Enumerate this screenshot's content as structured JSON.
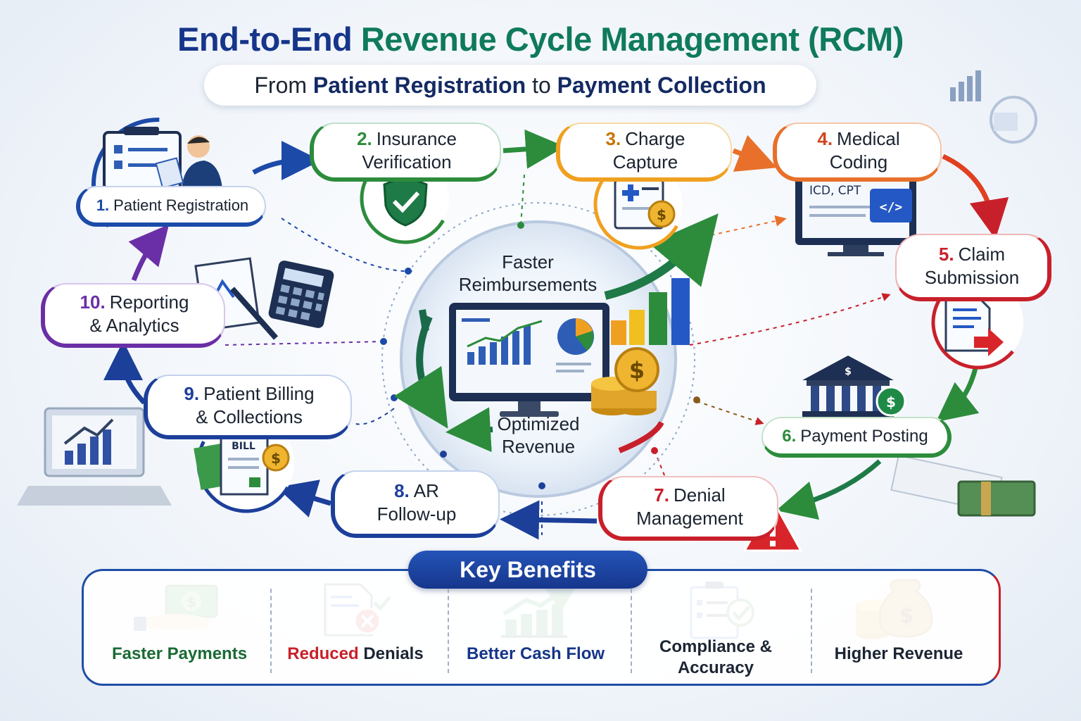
{
  "title": {
    "part1": "End-to-End",
    "part2": "Revenue Cycle Management (RCM)"
  },
  "subtitle": {
    "from": "From",
    "start": "Patient Registration",
    "to": "to",
    "end": "Payment Collection"
  },
  "steps": [
    {
      "num": "1.",
      "label": "Patient Registration",
      "color": "#1c4aa8",
      "icon": "clipboard-person-icon"
    },
    {
      "num": "2.",
      "label": "Insurance",
      "label2": "Verification",
      "color": "#2c8c3c",
      "icon": "shield-check-icon"
    },
    {
      "num": "3.",
      "label": "Charge",
      "label2": "Capture",
      "color": "#f0a020",
      "icon": "medical-card-coin-icon"
    },
    {
      "num": "4.",
      "label": "Medical",
      "label2": "Coding",
      "color": "#e8702a",
      "icon": "monitor-code-icon"
    },
    {
      "num": "5.",
      "label": "Claim",
      "label2": "Submission",
      "color": "#c8202a",
      "icon": "document-arrow-icon"
    },
    {
      "num": "6.",
      "label": "Payment Posting",
      "color": "#2c8c3c",
      "icon": "bank-dollar-icon"
    },
    {
      "num": "7.",
      "label": "Denial",
      "label2": "Management",
      "color": "#c8202a",
      "icon": "warning-icon"
    },
    {
      "num": "8.",
      "label": "AR",
      "label2": "Follow-up",
      "color": "#1c3f9a",
      "icon": "phone-icon"
    },
    {
      "num": "9.",
      "label": "Patient Billing",
      "label2": "& Collections",
      "color": "#1c3f9a",
      "icon": "bill-icon"
    },
    {
      "num": "10.",
      "label": "Reporting",
      "label2": "& Analytics",
      "color": "#6a2fa6",
      "icon": "calculator-pen-icon"
    }
  ],
  "icon_texts": {
    "coding_screen": "ICD, CPT",
    "bill": "BILL"
  },
  "center": {
    "top_line1": "Faster",
    "top_line2": "Reimbursements",
    "bottom_line1": "Optimized",
    "bottom_line2": "Revenue"
  },
  "key_benefits": {
    "heading": "Key Benefits",
    "items": [
      {
        "label": "Faster Payments",
        "icon": "hand-cash-icon"
      },
      {
        "label_a": "Reduced",
        "label_b": "Denials",
        "icon": "document-x-icon"
      },
      {
        "label": "Better Cash Flow",
        "icon": "growth-chart-icon"
      },
      {
        "label": "Compliance &",
        "label2": "Accuracy",
        "icon": "clipboard-check-icon"
      },
      {
        "label": "Higher Revenue",
        "icon": "money-bag-icon"
      }
    ]
  },
  "colors": {
    "navy": "#16358a",
    "teal": "#0f7a5c",
    "green": "#2c8c3c",
    "orange": "#e8702a",
    "red": "#c8202a",
    "purple": "#6a2fa6"
  }
}
